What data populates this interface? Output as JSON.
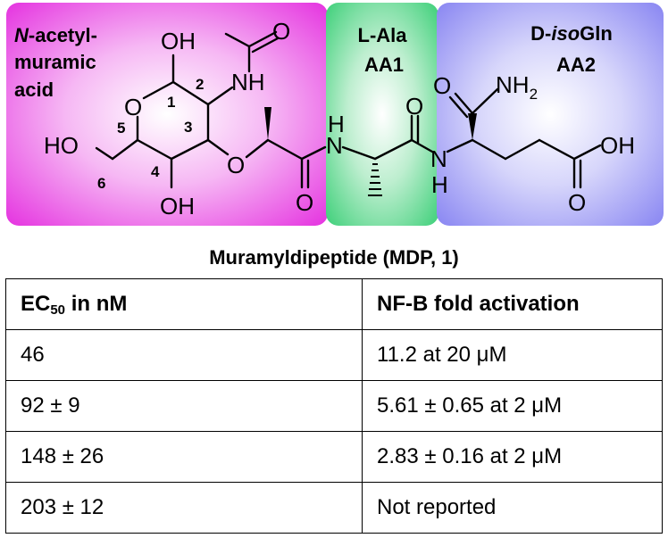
{
  "regions": [
    {
      "label_line1": "N",
      "label_line1_rest": "-acetyl-",
      "label_line2": "muramic",
      "label_line3": "acid",
      "color": "#e535e0"
    },
    {
      "label_line1": "L-Ala",
      "label_line2": "AA1",
      "color": "#3fd07a"
    },
    {
      "label_prefix": "D-",
      "label_italic": "iso",
      "label_suffix": "Gln",
      "label_line2": "AA2",
      "color": "#8a87f2"
    }
  ],
  "atoms": {
    "oh_top": "OH",
    "nh_acetyl": "NH",
    "o_ring": "O",
    "ho_left": "HO",
    "oh_bottom": "OH",
    "o_ether": "O",
    "o_carbonyl_1": "O",
    "h_amide_1": "H",
    "n_amide_1": "N",
    "o_carbonyl_2": "O",
    "n_amide_2": "N",
    "h_amide_2": "H",
    "o_amide_top": "O",
    "nh2": "NH",
    "nh2_sub": "2",
    "o_acid_carbonyl": "O",
    "oh_acid": "OH",
    "o_acetyl": "O"
  },
  "ring_numbers": [
    "1",
    "2",
    "3",
    "4",
    "5",
    "6"
  ],
  "title": "Muramyldipeptide (MDP, 1)",
  "table": {
    "headers": [
      {
        "main": "EC",
        "sub": "50",
        "rest": " in nM"
      },
      {
        "main": "NF-B fold activation"
      }
    ],
    "rows": [
      {
        "ec50": "46",
        "activation": "11.2 at 20 μM"
      },
      {
        "ec50": "92 ± 9",
        "activation": "5.61 ± 0.65 at 2 μM"
      },
      {
        "ec50": "148 ± 26",
        "activation": "2.83 ± 0.16 at 2 μM"
      },
      {
        "ec50": "203 ± 12",
        "activation": "Not reported"
      }
    ]
  }
}
